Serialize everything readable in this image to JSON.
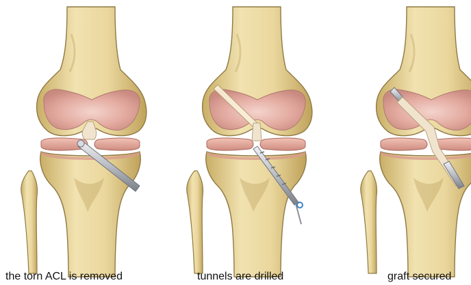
{
  "panels": [
    {
      "caption": "the torn ACL is removed",
      "stage": "removal"
    },
    {
      "caption": "tunnels are drilled",
      "stage": "drilling"
    },
    {
      "caption": "graft secured",
      "stage": "graft"
    }
  ],
  "colors": {
    "bone": "#e6d49a",
    "bone_light": "#f4e8bd",
    "bone_shadow": "#b79b55",
    "outline": "#8f7a45",
    "cartilage": "#e3aaa0",
    "cartilage_dark": "#c77f78",
    "meniscus": "#dfa092",
    "ligament": "#f1e4cf",
    "instrument": "#c9ccd2",
    "instrument_dark": "#7b7f87",
    "pin_blue": "#3b82c4",
    "caption": "#111111"
  }
}
